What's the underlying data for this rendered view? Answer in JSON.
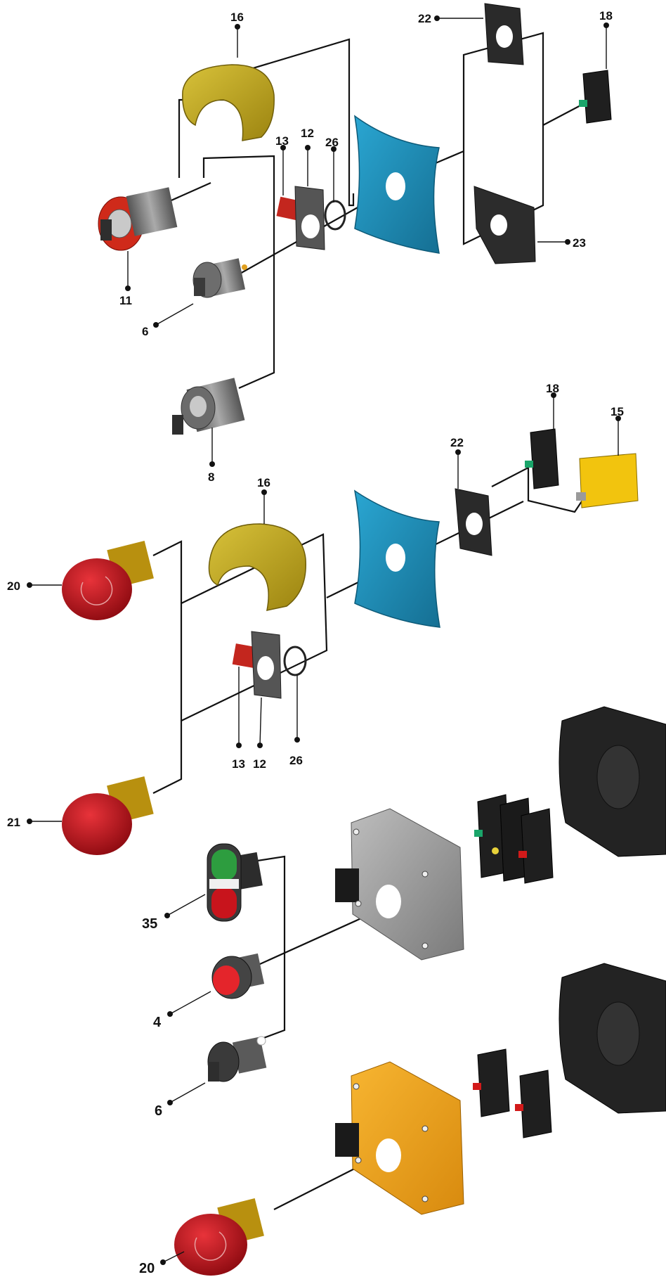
{
  "colors": {
    "guard_yellow": "#c9ad1c",
    "gasket_blue": "#1f8fb8",
    "enclosure_grey": "#9a9a9a",
    "enclosure_orange": "#f0a21c",
    "mushroom_red": "#c8141c",
    "housing_black": "#232323"
  },
  "callouts": {
    "c16a": "16",
    "c22a": "22",
    "c18a": "18",
    "c13a": "13",
    "c12a": "12",
    "c26a": "26",
    "c11": "11",
    "c23": "23",
    "c6a": "6",
    "c8": "8",
    "c18b": "18",
    "c15": "15",
    "c22b": "22",
    "c16b": "16",
    "c20a": "20",
    "c13b": "13",
    "c12b": "12",
    "c26b": "26",
    "c21": "21",
    "c35": "35",
    "c4": "4",
    "c6b": "6",
    "c20b": "20"
  }
}
